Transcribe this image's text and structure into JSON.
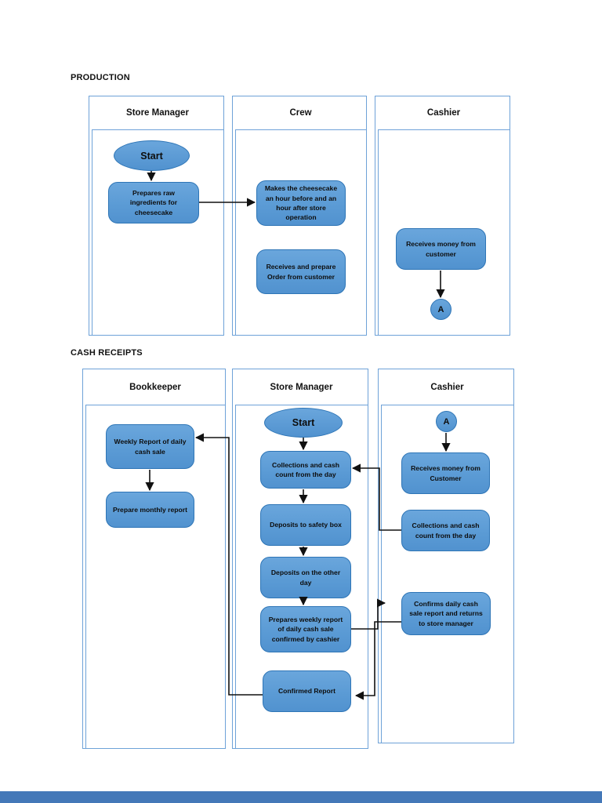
{
  "colors": {
    "node_fill": "#5b9bd5",
    "node_border": "#2e75b6",
    "lane_border": "#6ea2d8",
    "arrow": "#111111",
    "bottom_bar": "#4478b8"
  },
  "production": {
    "title": "PRODUCTION",
    "lanes": [
      "Store Manager",
      "Crew",
      "Cashier"
    ],
    "nodes": {
      "start": "Start",
      "prepares_raw": "Prepares raw ingredients for cheesecake",
      "makes_cheesecake": "Makes the cheesecake an hour before and an hour after store operation",
      "receives_prepare_order": "Receives and prepare Order from customer",
      "receives_money": "Receives money from customer",
      "connector_a": "A"
    }
  },
  "cash_receipts": {
    "title": "CASH RECEIPTS",
    "lanes": [
      "Bookkeeper",
      "Store Manager",
      "Cashier"
    ],
    "nodes": {
      "weekly_report": "Weekly Report of daily cash sale",
      "prepare_monthly": "Prepare monthly report",
      "start": "Start",
      "collections_sm": "Collections and cash count from the day",
      "deposits_safety": "Deposits to safety box",
      "deposits_other": "Deposits on the other day",
      "prepares_weekly": "Prepares weekly report of daily cash sale confirmed by cashier",
      "confirmed_report": "Confirmed Report",
      "connector_a": "A",
      "receives_money": "Receives money from Customer",
      "collections_cashier": "Collections and cash count from the day",
      "confirms_daily": "Confirms daily cash sale report and returns to store manager"
    }
  }
}
